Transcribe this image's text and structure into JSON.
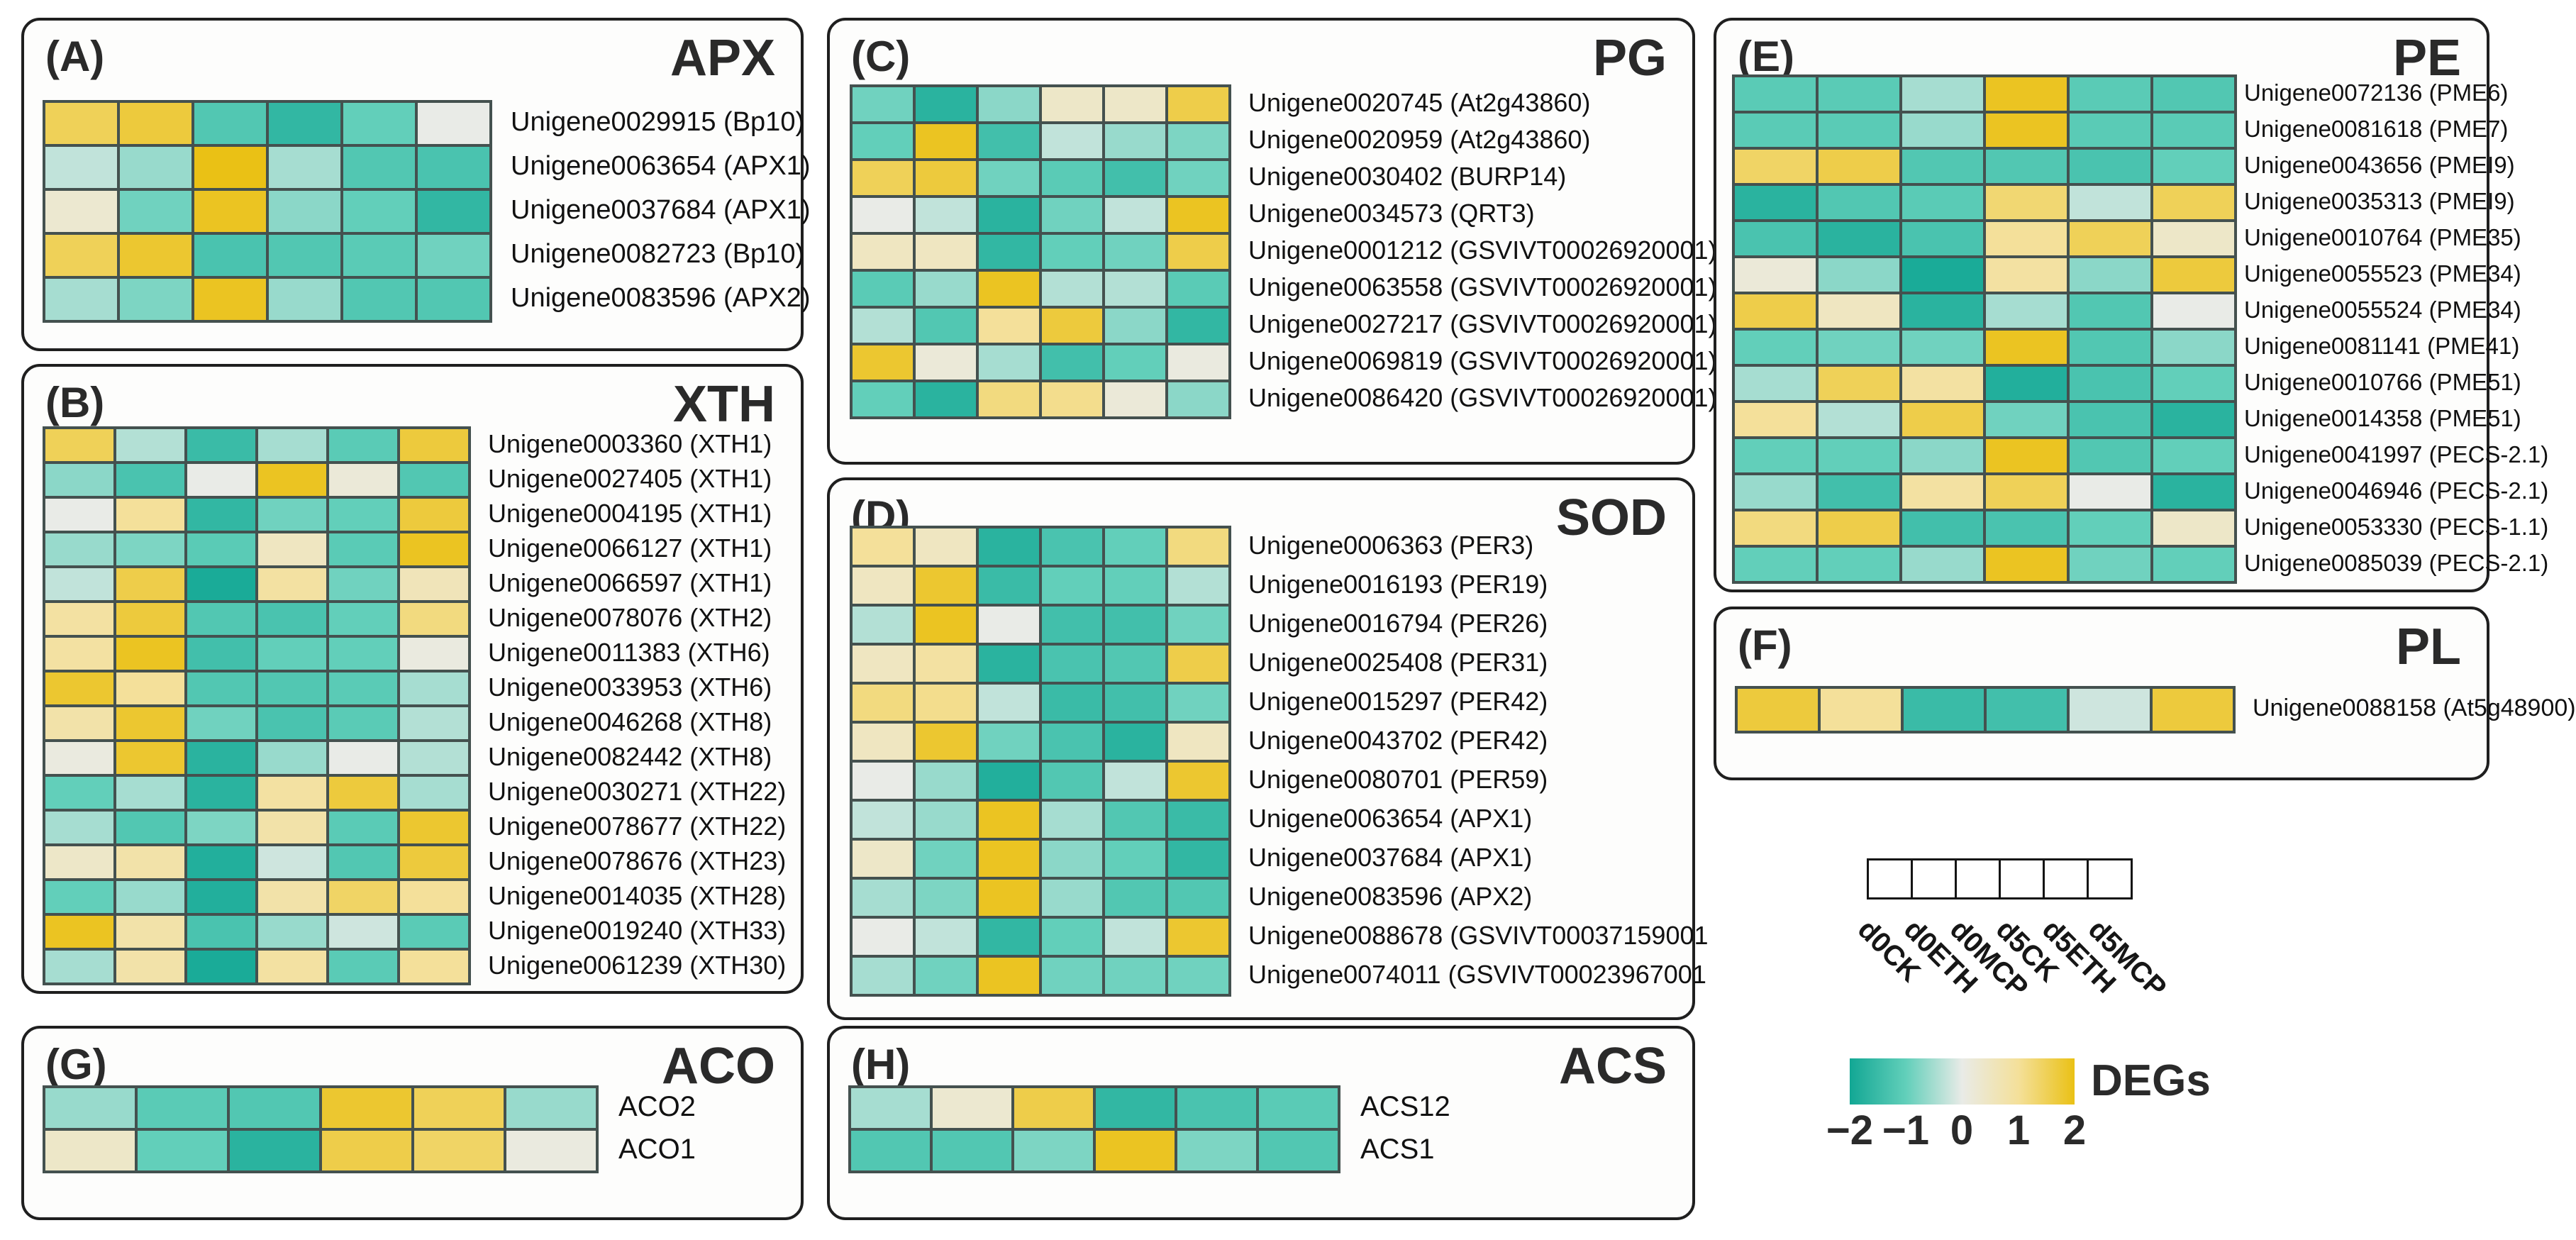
{
  "legend": {
    "colorbar_title": "DEGs",
    "colorbar_ticks": [
      "−2",
      "−1",
      "0",
      "1",
      "2"
    ],
    "colorbar_min": -2,
    "colorbar_max": 2,
    "color_negative": "#12a794",
    "color_zero": "#e9ebe7",
    "color_positive": "#eac115"
  },
  "chart_data": {
    "type": "heatmap",
    "columns": [
      "d0CK",
      "d0ETH",
      "d0MCP",
      "d5CK",
      "d5ETH",
      "d5MCP"
    ],
    "value_range": [
      -2,
      2
    ],
    "legend_title": "DEGs",
    "panels": [
      {
        "id": "(A)",
        "title": "APX",
        "genes": [
          "Unigene0029915 (Bp10)",
          "Unigene0063654 (APX1)",
          "Unigene0037684 (APX1)",
          "Unigene0082723 (Bp10)",
          "Unigene0083596 (APX2)"
        ],
        "values": [
          [
            1.5,
            1.7,
            -1.2,
            -1.6,
            -1.0,
            0
          ],
          [
            -0.3,
            -0.6,
            2,
            -0.5,
            -1.2,
            -1.3
          ],
          [
            0.3,
            -0.9,
            1.9,
            -0.7,
            -1.0,
            -1.6
          ],
          [
            1.5,
            1.8,
            -1.3,
            -1.2,
            -1.1,
            -0.9
          ],
          [
            -0.5,
            -0.8,
            1.9,
            -0.6,
            -1.2,
            -1.2
          ]
        ]
      },
      {
        "id": "(B)",
        "title": "XTH",
        "genes": [
          "Unigene0003360 (XTH1)",
          "Unigene0027405 (XTH1)",
          "Unigene0004195 (XTH1)",
          "Unigene0066127 (XTH1)",
          "Unigene0066597 (XTH1)",
          "Unigene0078076 (XTH2)",
          "Unigene0011383 (XTH6)",
          "Unigene0033953 (XTH6)",
          "Unigene0046268 (XTH8)",
          "Unigene0082442 (XTH8)",
          "Unigene0030271 (XTH22)",
          "Unigene0078677 (XTH22)",
          "Unigene0078676 (XTH23)",
          "Unigene0014035 (XTH28)",
          "Unigene0019240 (XTH33)",
          "Unigene0061239 (XTH30)"
        ],
        "values": [
          [
            1.5,
            -0.4,
            -1.5,
            -0.5,
            -1.1,
            1.7
          ],
          [
            -0.7,
            -1.3,
            0,
            1.9,
            0.2,
            -1.2
          ],
          [
            0,
            1.0,
            -1.6,
            -0.9,
            -1.0,
            1.7
          ],
          [
            -0.6,
            -0.8,
            -1.1,
            0.5,
            -1.1,
            1.9
          ],
          [
            -0.3,
            1.6,
            -1.9,
            0.9,
            -0.9,
            0.6
          ],
          [
            0.9,
            1.7,
            -1.2,
            -1.3,
            -1.0,
            1.2
          ],
          [
            0.9,
            1.9,
            -1.4,
            -1.0,
            -1.0,
            0.1
          ],
          [
            1.8,
            1.0,
            -1.2,
            -1.2,
            -1.1,
            -0.5
          ],
          [
            0.8,
            1.8,
            -0.9,
            -1.3,
            -1.1,
            -0.4
          ],
          [
            0.1,
            1.8,
            -1.7,
            -0.6,
            0,
            -0.4
          ],
          [
            -1.0,
            -0.5,
            -1.7,
            0.9,
            1.7,
            -0.5
          ],
          [
            -0.5,
            -1.2,
            -0.8,
            0.8,
            -1.1,
            1.8
          ],
          [
            0.4,
            0.8,
            -1.8,
            -0.2,
            -1.2,
            1.7
          ],
          [
            -1.0,
            -0.6,
            -1.8,
            0.8,
            1.4,
            1.0
          ],
          [
            1.9,
            0.8,
            -1.3,
            -0.6,
            -0.2,
            -1.1
          ],
          [
            -0.5,
            0.8,
            -1.9,
            0.9,
            -1.1,
            1.0
          ]
        ]
      },
      {
        "id": "(C)",
        "title": "PG",
        "genes": [
          "Unigene0020745 (At2g43860)",
          "Unigene0020959 (At2g43860)",
          "Unigene0030402 (BURP14)",
          "Unigene0034573 (QRT3)",
          "Unigene0001212 (GSVIVT00026920001)",
          "Unigene0063558 (GSVIVT00026920001)",
          "Unigene0027217 (GSVIVT00026920001)",
          "Unigene0069819 (GSVIVT00026920001)",
          "Unigene0086420 (GSVIVT00026920001)"
        ],
        "values": [
          [
            -0.9,
            -1.7,
            -0.7,
            0.4,
            0.4,
            1.6
          ],
          [
            -1.0,
            1.9,
            -1.4,
            -0.3,
            -0.6,
            -0.8
          ],
          [
            1.5,
            1.7,
            -0.9,
            -1.1,
            -1.4,
            -0.9
          ],
          [
            0,
            -0.3,
            -1.7,
            -0.9,
            -0.3,
            1.9
          ],
          [
            0.5,
            0.5,
            -1.6,
            -1.0,
            -0.9,
            1.6
          ],
          [
            -1.1,
            -0.6,
            1.9,
            -0.4,
            -0.4,
            -1.1
          ],
          [
            -0.4,
            -1.2,
            1.0,
            1.7,
            -0.7,
            -1.6
          ],
          [
            1.8,
            0.2,
            -0.5,
            -1.4,
            -1.0,
            0.1
          ],
          [
            -1.0,
            -1.7,
            1.2,
            1.1,
            0.2,
            -0.7
          ]
        ]
      },
      {
        "id": "(D)",
        "title": "SOD",
        "genes": [
          "Unigene0006363 (PER3)",
          "Unigene0016193 (PER19)",
          "Unigene0016794 (PER26)",
          "Unigene0025408 (PER31)",
          "Unigene0015297 (PER42)",
          "Unigene0043702 (PER42)",
          "Unigene0080701 (PER59)",
          "Unigene0063654 (APX1)",
          "Unigene0037684 (APX1)",
          "Unigene0083596 (APX2)",
          "Unigene0088678 (GSVIVT00037159001",
          "Unigene0074011 (GSVIVT00023967001"
        ],
        "values": [
          [
            1.0,
            0.5,
            -1.7,
            -1.3,
            -1.0,
            1.2
          ],
          [
            0.5,
            1.8,
            -1.5,
            -1.0,
            -1.0,
            -0.4
          ],
          [
            -0.4,
            1.9,
            0,
            -1.4,
            -1.4,
            -0.9
          ],
          [
            0.5,
            0.9,
            -1.7,
            -1.3,
            -1.2,
            1.6
          ],
          [
            1.2,
            1.1,
            -0.3,
            -1.5,
            -1.4,
            -0.9
          ],
          [
            0.5,
            1.8,
            -0.9,
            -1.3,
            -1.7,
            0.5
          ],
          [
            0,
            -0.6,
            -1.8,
            -1.2,
            -0.3,
            1.8
          ],
          [
            -0.3,
            -0.6,
            1.9,
            -0.5,
            -1.2,
            -1.5
          ],
          [
            0.4,
            -0.9,
            1.9,
            -0.7,
            -1.0,
            -1.6
          ],
          [
            -0.5,
            -0.8,
            1.9,
            -0.6,
            -1.2,
            -1.2
          ],
          [
            0,
            -0.3,
            -1.6,
            -1.0,
            -0.3,
            1.8
          ],
          [
            -0.5,
            -0.9,
            1.9,
            -0.9,
            -0.9,
            -0.9
          ]
        ]
      },
      {
        "id": "(E)",
        "title": "PE",
        "genes": [
          "Unigene0072136 (PME6)",
          "Unigene0081618 (PME7)",
          "Unigene0043656 (PMEI9)",
          "Unigene0035313 (PMEI9)",
          "Unigene0010764 (PME35)",
          "Unigene0055523 (PME34)",
          "Unigene0055524 (PME34)",
          "Unigene0081141 (PME41)",
          "Unigene0010766 (PME51)",
          "Unigene0014358 (PME51)",
          "Unigene0041997 (PECS-2.1)",
          "Unigene0046946 (PECS-2.1)",
          "Unigene0053330 (PECS-1.1)",
          "Unigene0085039 (PECS-2.1)"
        ],
        "values": [
          [
            -1.1,
            -1.1,
            -0.5,
            1.9,
            -1.1,
            -1.2
          ],
          [
            -1.1,
            -1.1,
            -0.6,
            1.9,
            -1.1,
            -1.1
          ],
          [
            1.4,
            1.6,
            -1.2,
            -1.2,
            -1.3,
            -1.0
          ],
          [
            -1.7,
            -1.2,
            -1.1,
            1.3,
            -0.3,
            1.5
          ],
          [
            -1.3,
            -1.7,
            -1.3,
            1.0,
            1.5,
            0.4
          ],
          [
            0.2,
            -0.7,
            -1.9,
            0.9,
            -0.7,
            1.7
          ],
          [
            1.6,
            0.5,
            -1.7,
            -0.5,
            -1.2,
            0
          ],
          [
            -1.0,
            -0.9,
            -0.9,
            1.9,
            -1.2,
            -0.7
          ],
          [
            -0.5,
            1.5,
            0.9,
            -1.8,
            -1.3,
            -1.0
          ],
          [
            1.0,
            -0.4,
            1.6,
            -0.9,
            -1.3,
            -1.7
          ],
          [
            -1.0,
            -1.0,
            -0.7,
            1.9,
            -1.2,
            -1.0
          ],
          [
            -0.6,
            -1.4,
            0.9,
            1.5,
            0,
            -1.7
          ],
          [
            1.2,
            1.6,
            -1.4,
            -1.3,
            -1.0,
            0.4
          ],
          [
            -1.0,
            -1.0,
            -0.6,
            1.9,
            -0.9,
            -1.0
          ]
        ]
      },
      {
        "id": "(F)",
        "title": "PL",
        "genes": [
          "Unigene0088158 (At5g48900)"
        ],
        "values": [
          [
            1.7,
            1.0,
            -1.5,
            -1.4,
            -0.2,
            1.7
          ]
        ]
      },
      {
        "id": "(G)",
        "title": "ACO",
        "genes": [
          "ACO2",
          "ACO1"
        ],
        "values": [
          [
            -0.6,
            -1.1,
            -1.2,
            1.8,
            1.5,
            -0.6
          ],
          [
            0.4,
            -1.0,
            -1.7,
            1.6,
            1.4,
            0.1
          ]
        ]
      },
      {
        "id": "(H)",
        "title": "ACS",
        "genes": [
          "ACS12",
          "ACS1"
        ],
        "values": [
          [
            -0.5,
            0.3,
            1.6,
            -1.6,
            -1.3,
            -1.1
          ],
          [
            -1.2,
            -1.2,
            -0.8,
            1.9,
            -0.8,
            -1.2
          ]
        ]
      }
    ]
  }
}
